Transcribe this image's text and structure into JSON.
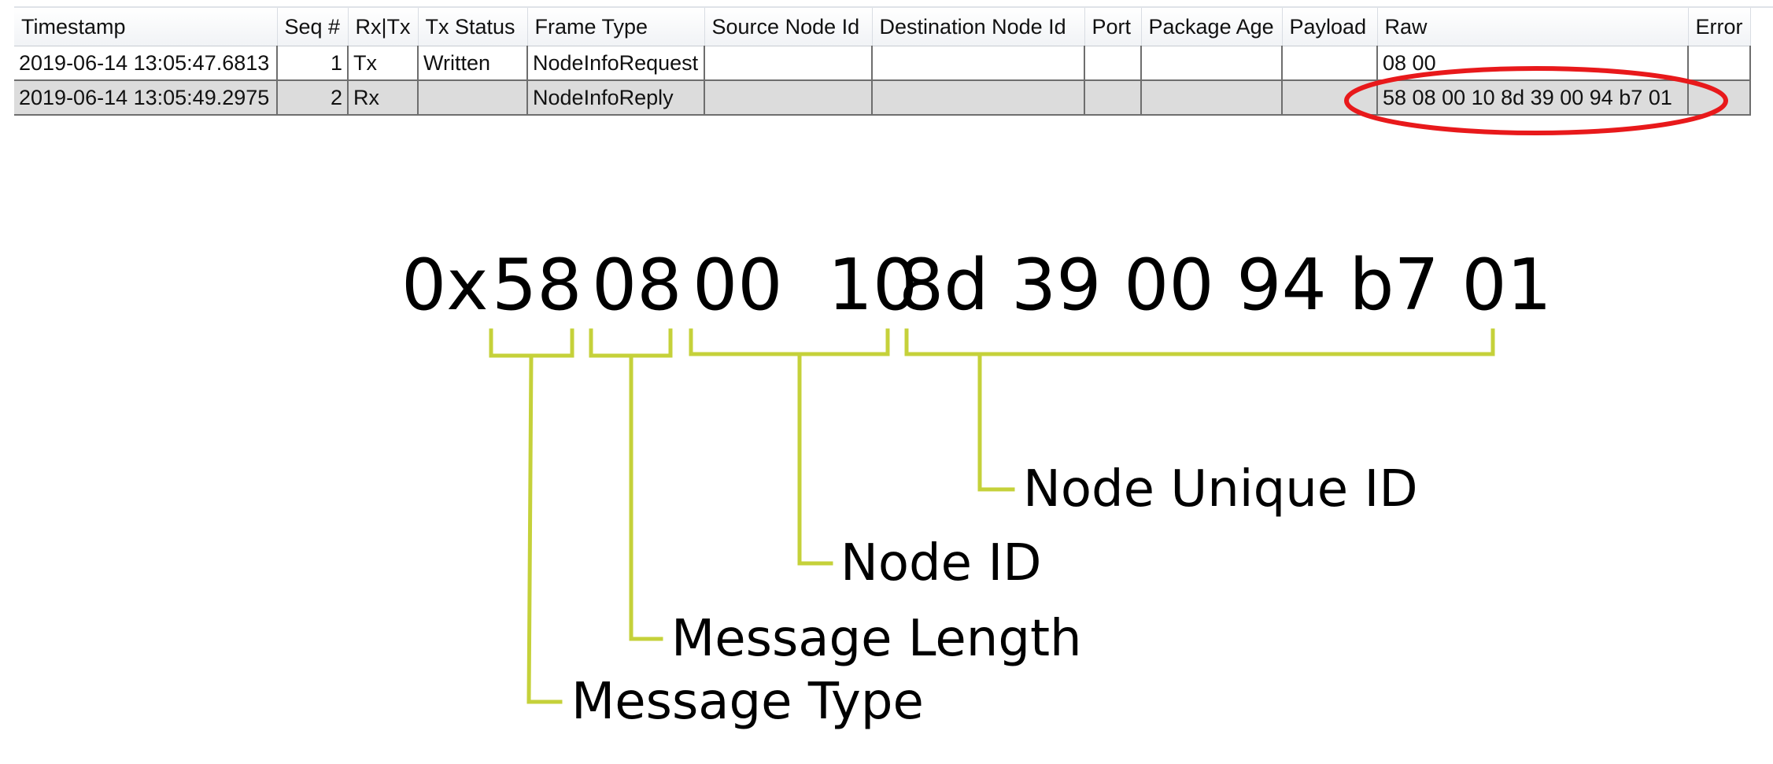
{
  "frame_log": {
    "columns": [
      "Timestamp",
      "Seq #",
      "Rx|Tx",
      "Tx Status",
      "Frame Type",
      "Source Node Id",
      "Destination Node Id",
      "Port",
      "Package Age",
      "Payload",
      "Raw",
      "Error"
    ],
    "rows": [
      {
        "timestamp": "2019-06-14 13:05:47.6813",
        "seq": "1",
        "direction": "Tx",
        "tx_status": "Written",
        "frame_type": "NodeInfoRequest",
        "source_node_id": "",
        "destination_node_id": "",
        "port": "",
        "package_age": "",
        "payload": "",
        "raw": "08 00",
        "error": ""
      },
      {
        "timestamp": "2019-06-14 13:05:49.2975",
        "seq": "2",
        "direction": "Rx",
        "tx_status": "",
        "frame_type": "NodeInfoReply",
        "source_node_id": "",
        "destination_node_id": "",
        "port": "",
        "package_age": "",
        "payload": "",
        "raw": "58 08 00 10 8d 39 00 94 b7 01",
        "error": ""
      }
    ],
    "highlight_color": "#e8191b"
  },
  "breakdown": {
    "prefix": "0x",
    "groups": [
      {
        "bytes": "58",
        "label": "Message Type"
      },
      {
        "bytes": "08",
        "label": "Message Length"
      },
      {
        "bytes": "00  10",
        "label": "Node ID"
      },
      {
        "bytes": "8d 39 00 94 b7 01",
        "label": "Node Unique ID"
      }
    ],
    "bracket_color": "#c5d13a"
  }
}
